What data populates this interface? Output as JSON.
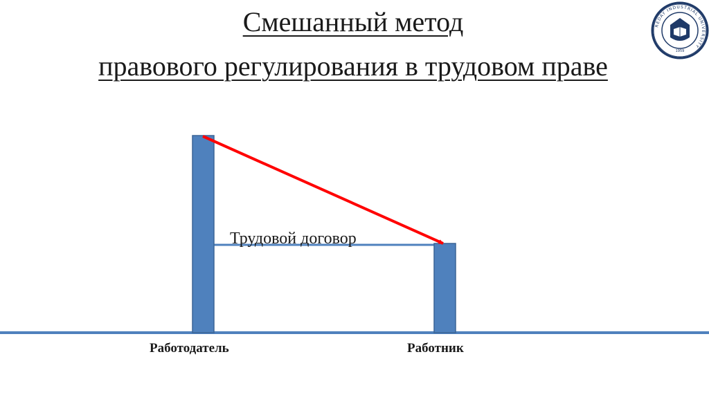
{
  "slide": {
    "title_line1": "Смешанный метод",
    "title_line2": "правового регулирования в трудовом праве"
  },
  "logo": {
    "icon": "university-seal-icon",
    "ring_text": "REDAY INDUSTRIAL UNIVERSITY",
    "year": "1959"
  },
  "diagram": {
    "contract_label": "Трудовой договор",
    "employer_label": "Работодатель",
    "employee_label": "Работник",
    "colors": {
      "pillar": "#4f81bd",
      "pillar_border": "#3a6496",
      "arrow": "#ff0000",
      "line": "#4f81bd"
    }
  }
}
